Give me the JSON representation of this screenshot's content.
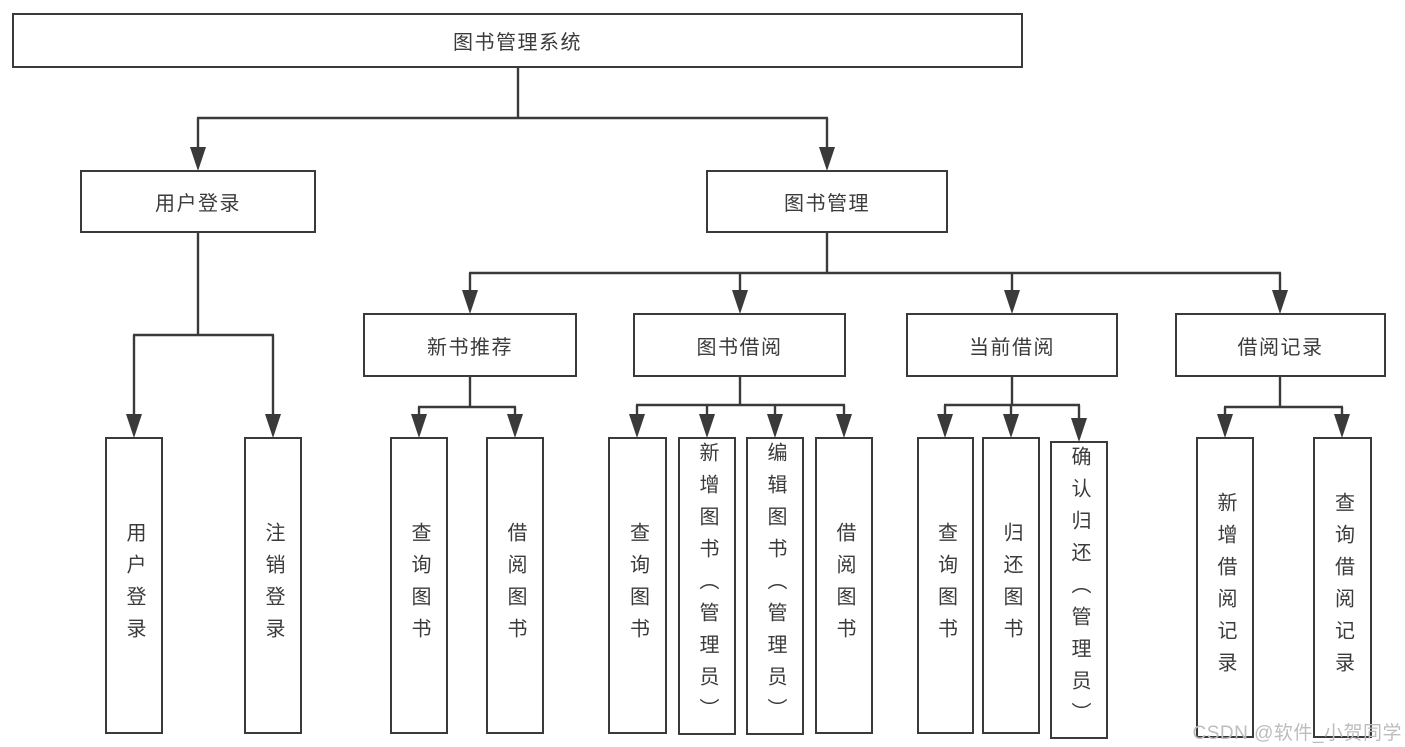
{
  "colors": {
    "line": "#3a3a3a",
    "node_border": "#3a3a3a",
    "node_text": "#3b3b3b",
    "watermark": "#bdbdbd",
    "background": "#ffffff"
  },
  "watermark": "CSDN @软件_小贺同学",
  "nodes": {
    "root": {
      "label": "图书管理系统"
    },
    "user_login": {
      "label": "用户登录"
    },
    "book_mgmt": {
      "label": "图书管理"
    },
    "new_book_rec": {
      "label": "新书推荐"
    },
    "book_borrow": {
      "label": "图书借阅"
    },
    "current_borrow": {
      "label": "当前借阅"
    },
    "borrow_record": {
      "label": "借阅记录"
    },
    "leaf_user_login": {
      "label": "用户登录"
    },
    "leaf_logout": {
      "label": "注销登录"
    },
    "leaf_nbr_query": {
      "label": "查询图书"
    },
    "leaf_nbr_borrow": {
      "label": "借阅图书"
    },
    "leaf_bb_query": {
      "label": "查询图书"
    },
    "leaf_bb_add": {
      "label": "新增图书（管理员）"
    },
    "leaf_bb_edit": {
      "label": "编辑图书（管理员）"
    },
    "leaf_bb_borrow": {
      "label": "借阅图书"
    },
    "leaf_cb_query": {
      "label": "查询图书"
    },
    "leaf_cb_return": {
      "label": "归还图书"
    },
    "leaf_cb_confirm": {
      "label": "确认归还（管理员）"
    },
    "leaf_br_add": {
      "label": "新增借阅记录"
    },
    "leaf_br_query": {
      "label": "查询借阅记录"
    }
  },
  "hierarchy": {
    "图书管理系统": {
      "用户登录": [
        "用户登录",
        "注销登录"
      ],
      "图书管理": {
        "新书推荐": [
          "查询图书",
          "借阅图书"
        ],
        "图书借阅": [
          "查询图书",
          "新增图书（管理员）",
          "编辑图书（管理员）",
          "借阅图书"
        ],
        "当前借阅": [
          "查询图书",
          "归还图书",
          "确认归还（管理员）"
        ],
        "借阅记录": [
          "新增借阅记录",
          "查询借阅记录"
        ]
      }
    }
  }
}
